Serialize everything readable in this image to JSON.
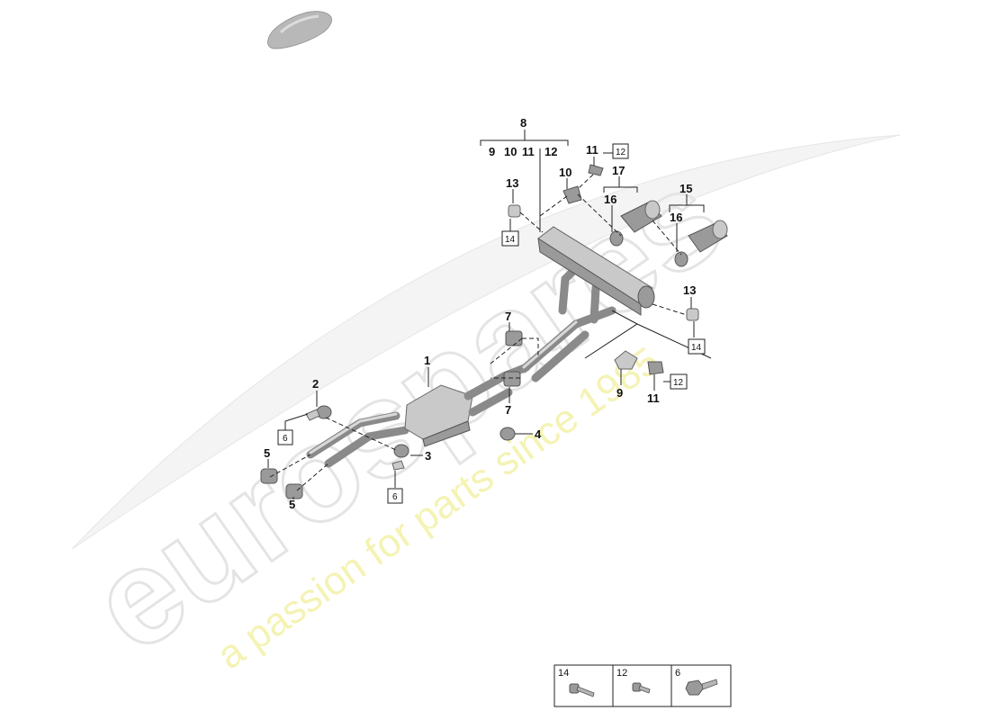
{
  "watermark": {
    "brand": "eurospares",
    "tagline": "a passion for parts since 1985"
  },
  "callouts": {
    "c1": "1",
    "c2": "2",
    "c3": "3",
    "c4": "4",
    "c5a": "5",
    "c5b": "5",
    "c7a": "7",
    "c7b": "7",
    "c8": "8",
    "c8_sub9": "9",
    "c8_sub10": "10",
    "c8_sub11": "11",
    "c8_sub12": "12",
    "c9": "9",
    "c10": "10",
    "c11a": "11",
    "c11b": "11",
    "c13a": "13",
    "c13b": "13",
    "c15": "15",
    "c16a": "16",
    "c16b": "16",
    "c17": "17"
  },
  "boxed_refs": {
    "b6a": "6",
    "b6b": "6",
    "b12a": "12",
    "b12b": "12",
    "b14a": "14",
    "b14b": "14"
  },
  "fastener_table": {
    "cells": [
      "14",
      "12",
      "6"
    ]
  }
}
